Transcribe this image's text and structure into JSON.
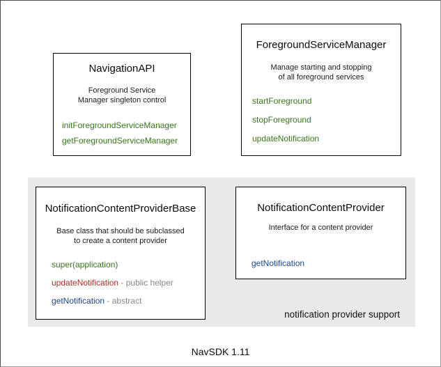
{
  "footer": {
    "title": "NavSDK 1.11"
  },
  "panel": {
    "label": "notification provider support"
  },
  "colors": {
    "method_green": "#38761d",
    "method_red": "#a93126",
    "method_blue": "#1c4587",
    "annotation_gray": "#888888",
    "panel_background": "#e9e9e9"
  },
  "boxes": {
    "navigation_api": {
      "title": "NavigationAPI",
      "description": "Foreground Service\nManager singleton control",
      "methods": [
        {
          "name": "initForegroundServiceManager"
        },
        {
          "name": "getForegroundServiceManager"
        }
      ]
    },
    "foreground_service_manager": {
      "title": "ForegroundServiceManager",
      "description": "Manage starting and stopping\nof all foreground services",
      "methods": [
        {
          "name": "startForeground"
        },
        {
          "name": "stopForeground"
        },
        {
          "name": "updateNotification"
        }
      ]
    },
    "notification_content_provider_base": {
      "title": "NotificationContentProviderBase",
      "description": "Base class that should be subclassed\nto create a content provider",
      "methods": [
        {
          "name": "super(application)",
          "annotation": ""
        },
        {
          "name": "updateNotification",
          "annotation": "- public helper"
        },
        {
          "name": "getNotification",
          "annotation": "- abstract"
        }
      ]
    },
    "notification_content_provider": {
      "title": "NotificationContentProvider",
      "description": "Interface for a content provider",
      "methods": [
        {
          "name": "getNotification"
        }
      ]
    }
  }
}
